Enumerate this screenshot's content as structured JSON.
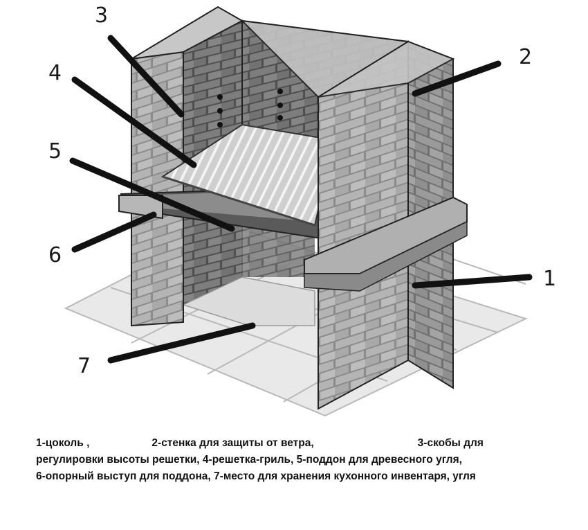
{
  "callouts": {
    "n1": "1",
    "n2": "2",
    "n3": "3",
    "n4": "4",
    "n5": "5",
    "n6": "6",
    "n7": "7"
  },
  "caption": {
    "line1_a": "1-цоколь  ,",
    "line1_b": "2-стенка для защиты от ветра,",
    "line1_c": "3-скобы для",
    "line2": "регулировки высоты решетки, 4-решетка-гриль, 5-поддон для древесного угля,",
    "line3": "6-опорный выступ для поддона, 7-место для хранения кухонного инвентаря, угля"
  }
}
